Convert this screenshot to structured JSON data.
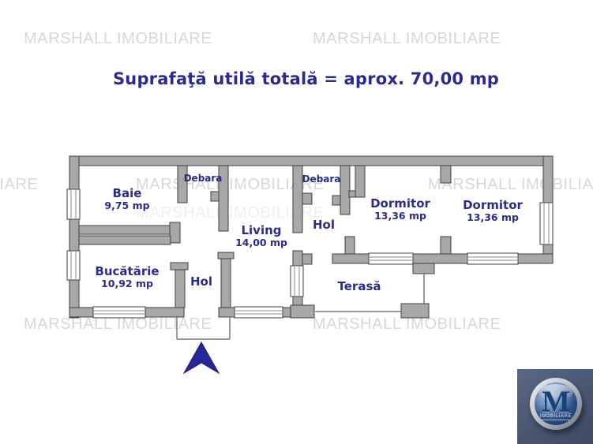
{
  "watermark": {
    "text": "MARSHALL IMOBILIARE"
  },
  "title": "Suprafaţă utilă totală = aprox. 70,00 mp",
  "rooms": {
    "baie": {
      "name": "Baie",
      "area": "9,75 mp"
    },
    "debara1": {
      "name": "Debara"
    },
    "bucatarie": {
      "name": "Bucătărie",
      "area": "10,92 mp"
    },
    "hol_entrance": {
      "name": "Hol"
    },
    "living": {
      "name": "Living",
      "area": "14,00 mp"
    },
    "debara2": {
      "name": "Debara"
    },
    "hol_upper": {
      "name": "Hol"
    },
    "dormitor1": {
      "name": "Dormitor",
      "area": "13,36 mp"
    },
    "dormitor2": {
      "name": "Dormitor",
      "area": "13,36 mp"
    },
    "terasa": {
      "name": "Terasă"
    }
  },
  "logo": {
    "letter": "M",
    "subtext": "IMOBILIARE"
  },
  "colors": {
    "wall": "#a8a8a8",
    "wall_outline": "#3f3f3f",
    "label": "#2b2b8f",
    "watermark": "#d7d7d7",
    "watermark_faint": "#efefef",
    "arrow": "#26269a",
    "logo_bg": "#4d5a74"
  }
}
